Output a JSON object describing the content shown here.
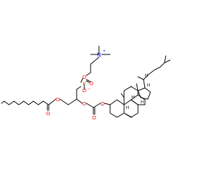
{
  "molecule": {
    "atoms": {
      "n_plus": "N",
      "n_charge": "+",
      "o_ether_top": "O",
      "p_atom": "P",
      "p_o_double": "O",
      "p_o_minus": "O",
      "o_minus_charge": "−",
      "o_ester_left": "O",
      "o_carbonyl_left": "O",
      "o_ester_mid": "O",
      "o_carbonyl_mid": "O",
      "o_ring": "O",
      "h_c8": "H",
      "h_c9": "H",
      "h_c14": "H",
      "h_c17": "H",
      "h_c20": "H"
    },
    "colors": {
      "bond": "#000000",
      "oxygen": "#ff0000",
      "nitrogen": "#0000ff",
      "phosphorus": "#ff8000",
      "carbon_text": "#000000"
    }
  }
}
